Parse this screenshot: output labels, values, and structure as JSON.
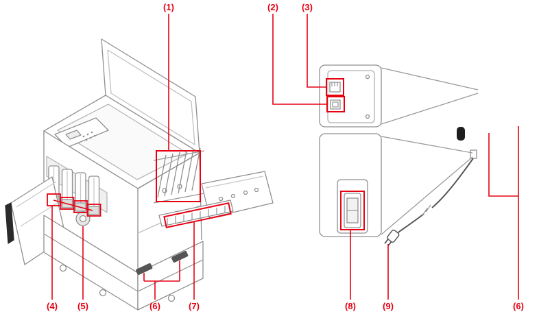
{
  "figure": {
    "background": "#ffffff",
    "accent_color": "#e60012",
    "line_color": "#8f8f8f",
    "callouts": {
      "c1": "(1)",
      "c2": "(2)",
      "c3": "(3)",
      "c4": "(4)",
      "c5": "(5)",
      "c6_left": "(6)",
      "c7": "(7)",
      "c8": "(8)",
      "c9": "(9)",
      "c6_right": "(6)"
    }
  }
}
